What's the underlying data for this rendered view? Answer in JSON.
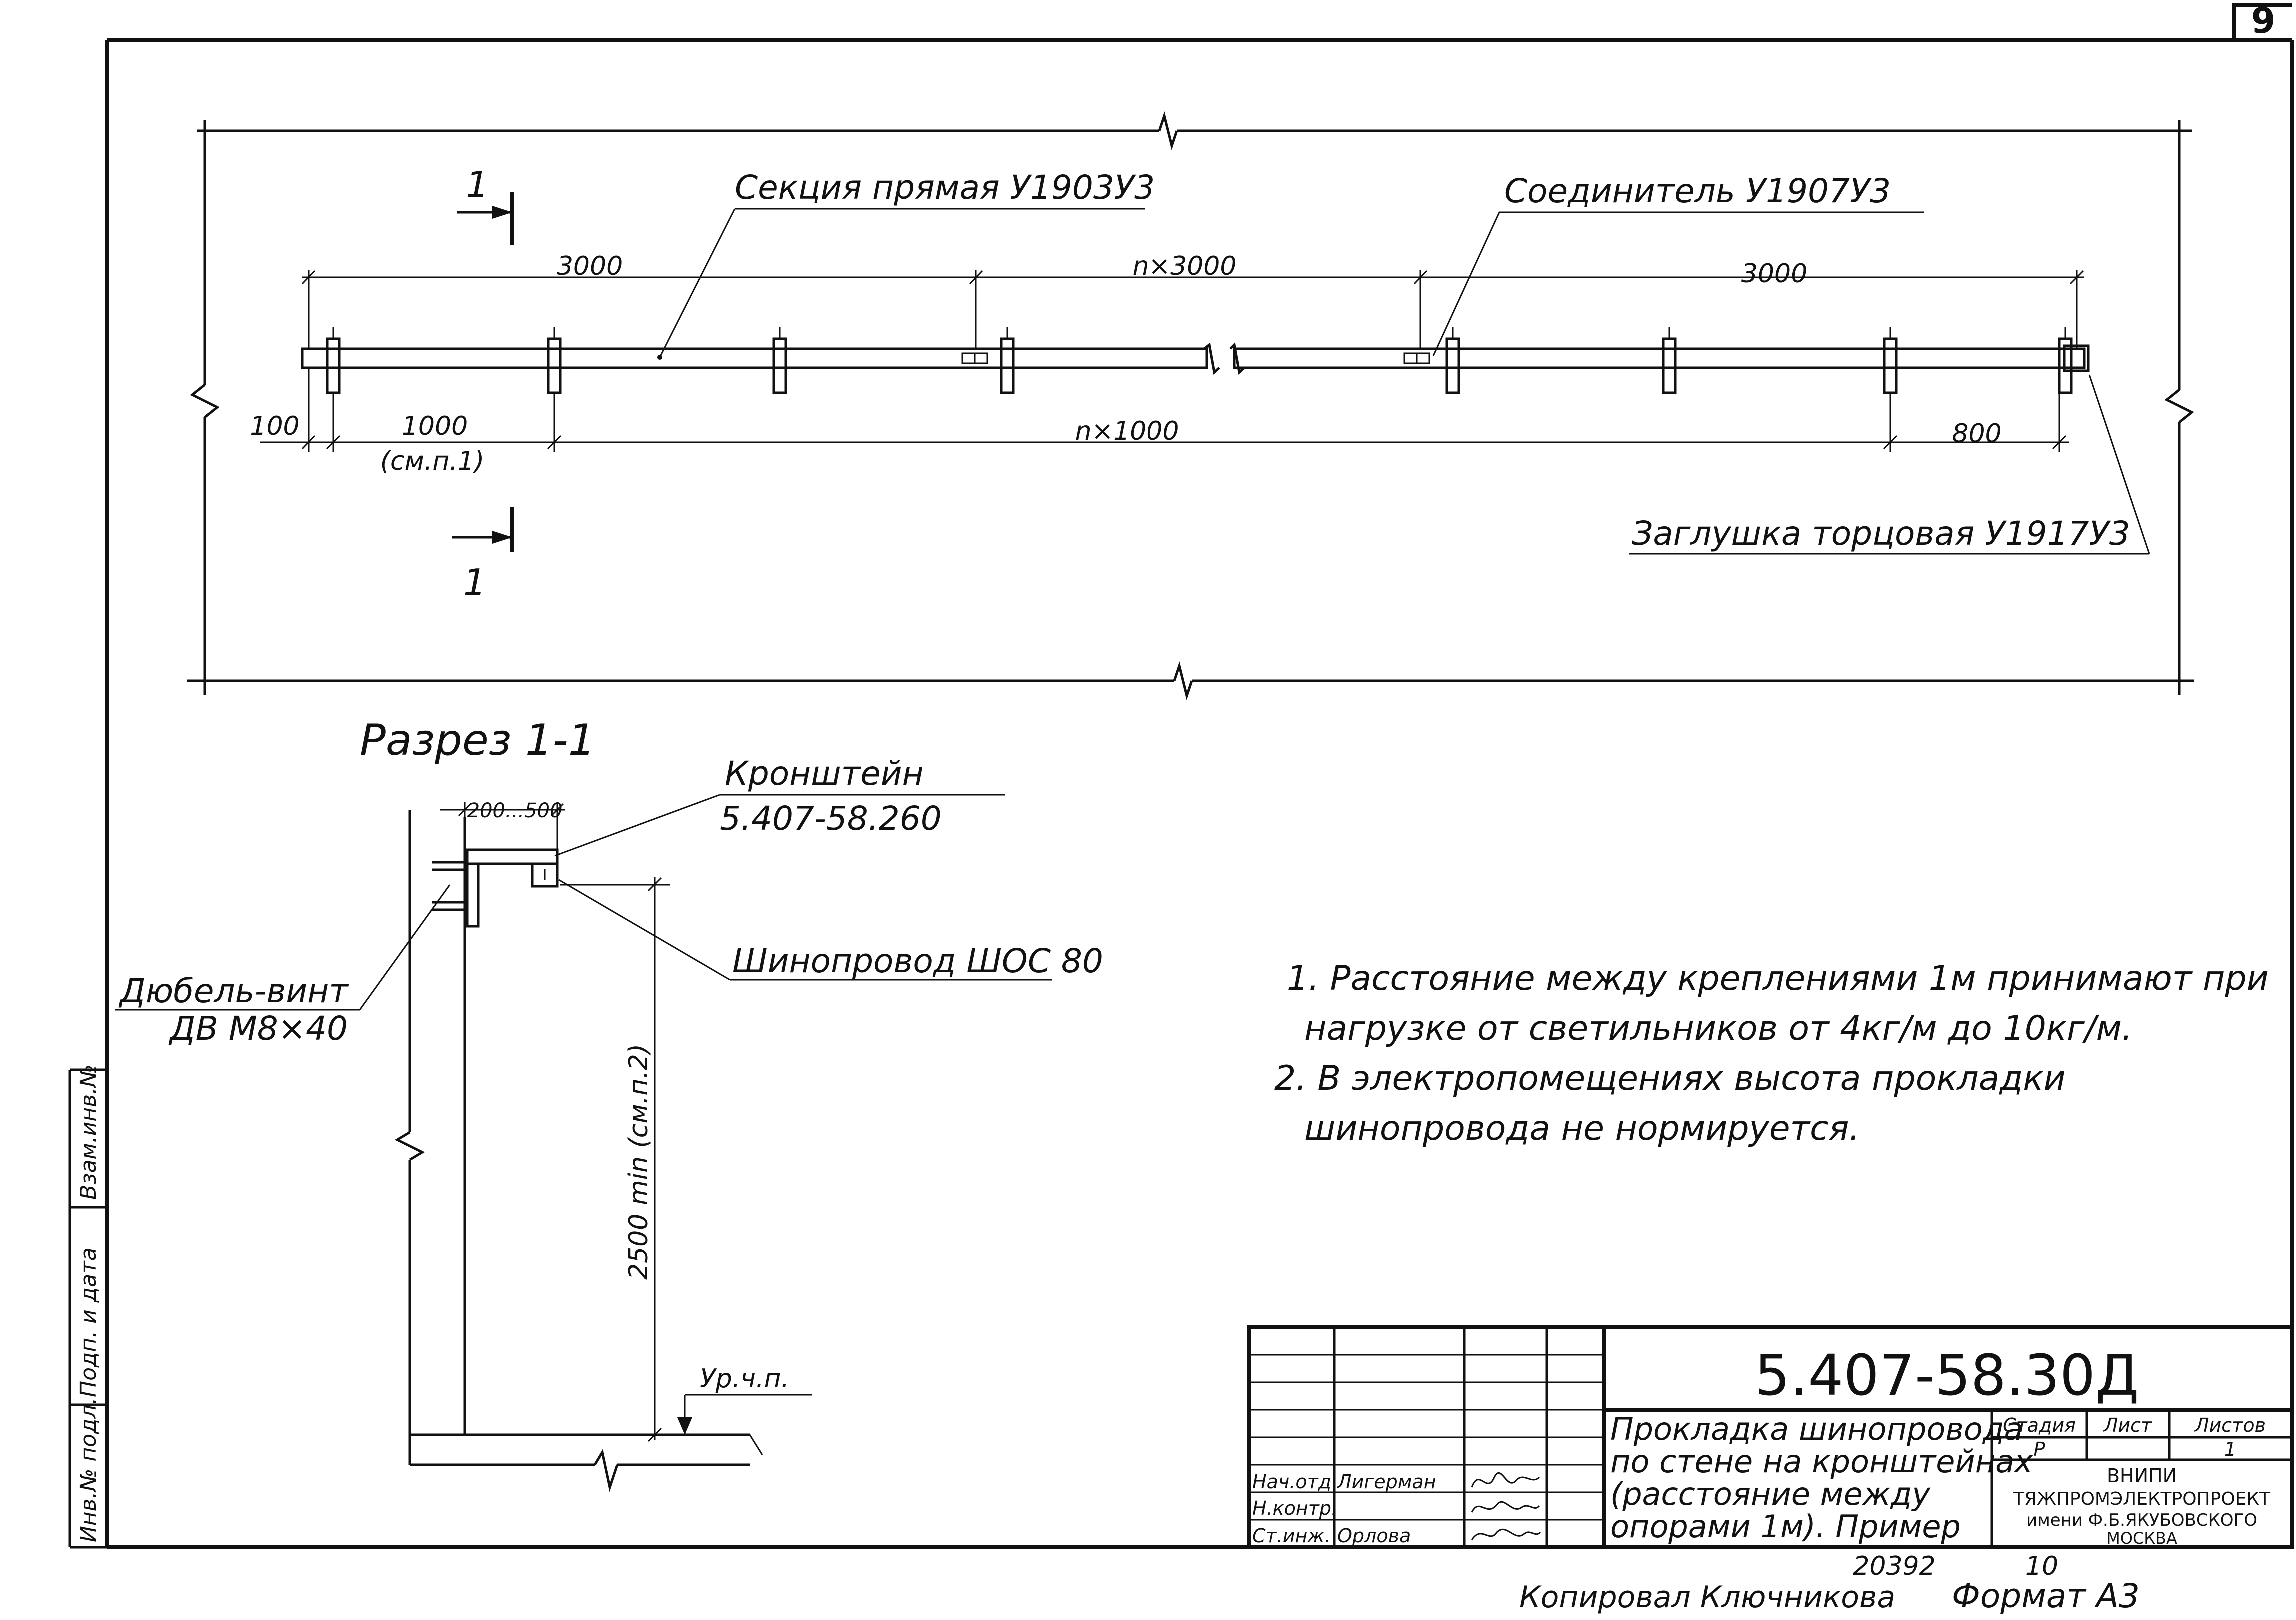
{
  "sheet": {
    "number": "9",
    "document_code": "5.407-58.30Д",
    "title_lines": [
      "Прокладка шинопровода",
      "по стене на кронштейнах",
      "(расстояние между",
      "опорами 1м). Пример"
    ],
    "stage_header": "Стадия",
    "sheet_header": "Лист",
    "sheets_header": "Листов",
    "stage_value": "Р",
    "sheet_value": "",
    "sheets_value": "1",
    "org_lines": [
      "ВНИПИ",
      "ТЯЖПРОМЭЛЕКТРОПРОЕКТ",
      "имени Ф.Б.ЯКУБОВСКОГО",
      "МОСКВА"
    ],
    "stamp_rows": [
      {
        "role": "Нач.отд",
        "name": "Лигерман"
      },
      {
        "role": "Н.контр.",
        "name": ""
      },
      {
        "role": "Ст.инж.",
        "name": "Орлова"
      }
    ],
    "archive_number": "20392",
    "archive_sheet": "10",
    "copied_by": "Копировал  Ключникова",
    "format": "Формат А3",
    "side_stamp": [
      "Инв.№ подл.",
      "Подп. и дата",
      "Взам.инв.№"
    ]
  },
  "plan": {
    "labels": {
      "section": "Секция прямая У1903У3",
      "connector": "Соединитель У1907У3",
      "end_cap": "Заглушка торцовая У1917У3"
    },
    "cut_mark": "1",
    "dims": {
      "top_left": "3000",
      "top_mid": "n×3000",
      "top_right": "3000",
      "end_offset": "100",
      "first_span": "1000",
      "first_span_note": "(см.п.1)",
      "mid_span": "n×1000",
      "last_span": "800"
    }
  },
  "section": {
    "title": "Разрез 1-1",
    "bracket_label": "Кронштейн",
    "bracket_code": "5.407-58.260",
    "reach_dim": "200...500",
    "busbar_label": "Шинопровод ШОС 80",
    "dowel_label": "Дюбель-винт",
    "dowel_code": "ДВ М8×40",
    "height_dim": "2500 min (см.п.2)",
    "floor_label": "Ур.ч.п."
  },
  "notes": [
    "1. Расстояние между креплениями 1м принимают при",
    "нагрузке от светильников от 4кг/м до 10кг/м.",
    "2. В электропомещениях высота прокладки",
    "шинопровода  не нормируется."
  ]
}
